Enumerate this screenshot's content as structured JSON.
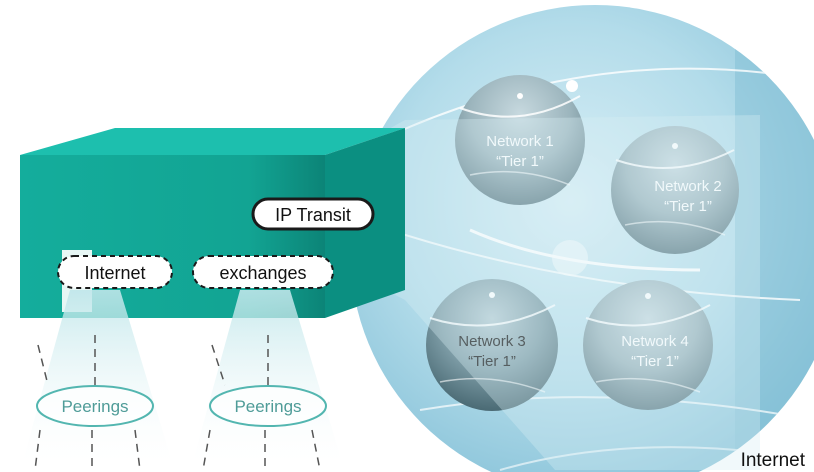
{
  "diagram": {
    "networks": [
      {
        "name": "Network 1",
        "tier": "“Tier 1”"
      },
      {
        "name": "Network 2",
        "tier": "“Tier 1”"
      },
      {
        "name": "Network 3",
        "tier": "“Tier 1”"
      },
      {
        "name": "Network 4",
        "tier": "“Tier 1”"
      }
    ],
    "transit_label": "IP Transit",
    "exchange_labels": [
      "Internet",
      "exchanges"
    ],
    "peering_labels": [
      "Peerings",
      "Peerings"
    ],
    "internet_label": "Internet",
    "colors": {
      "box_front": "#12aa99",
      "box_top": "#1dbfae",
      "box_side": "#0a8a7c",
      "globe": "#9fd3e4",
      "peering_ring": "#53b6b0",
      "peering_text": "#4f9c98"
    }
  }
}
